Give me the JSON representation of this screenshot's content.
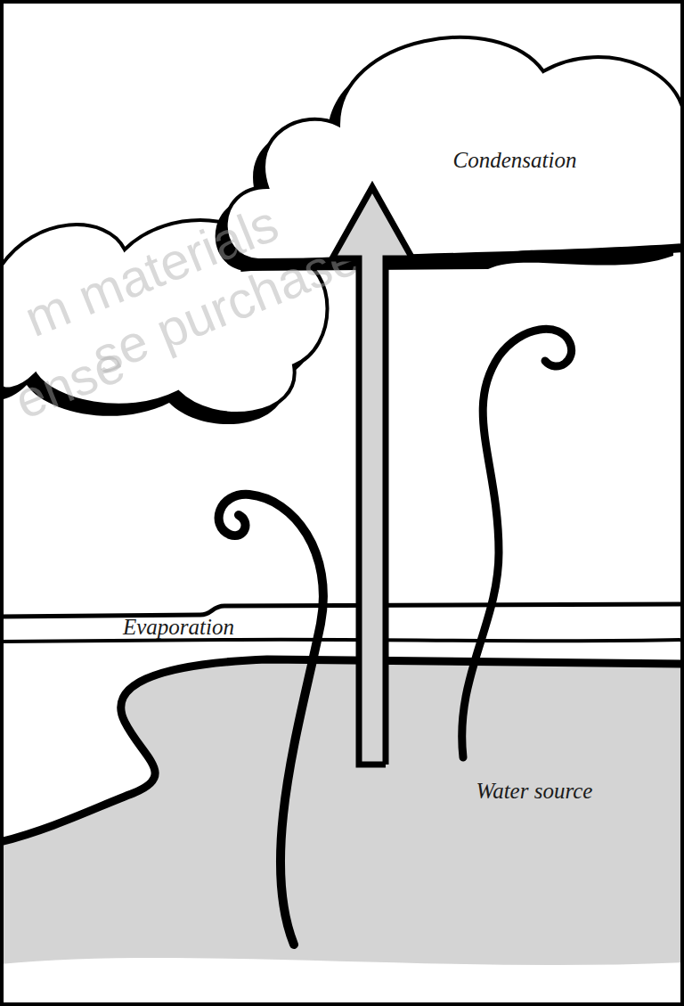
{
  "diagram": {
    "nodes": [
      {
        "text": [
          "Condensation"
        ]
      },
      {
        "text": [
          "Water source"
        ]
      }
    ],
    "edges": [
      {
        "from": 1,
        "to": 0,
        "arrow": "to"
      }
    ],
    "labels": [
      "Evaporation",
      "m materials",
      "se purchase",
      "ense"
    ]
  }
}
